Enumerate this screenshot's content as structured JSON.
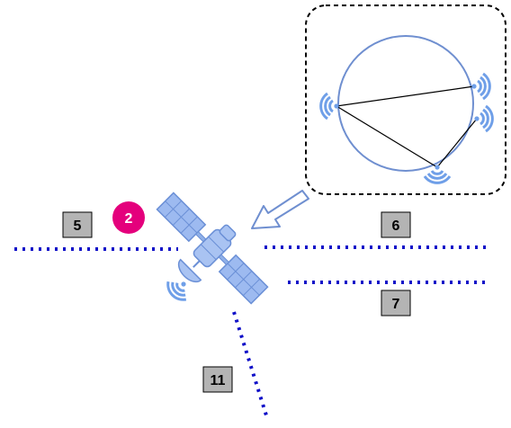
{
  "labels": {
    "box_5": "5",
    "box_6": "6",
    "box_7": "7",
    "box_11": "11",
    "badge": "2"
  },
  "colors": {
    "dotted_line": "#1010c8",
    "satellite": "#8fb0e8",
    "satellite_stroke": "#6a8fd6",
    "circle_stroke": "#6f8fd0",
    "antenna": "#6f9fe8",
    "label_box_fill": "#b4b4b4",
    "badge_fill": "#e4007c",
    "inset_border": "#000000"
  },
  "icons": {
    "satellite": "satellite-icon",
    "antenna": "signal-antenna-icon",
    "arrow": "hollow-arrow-icon"
  }
}
